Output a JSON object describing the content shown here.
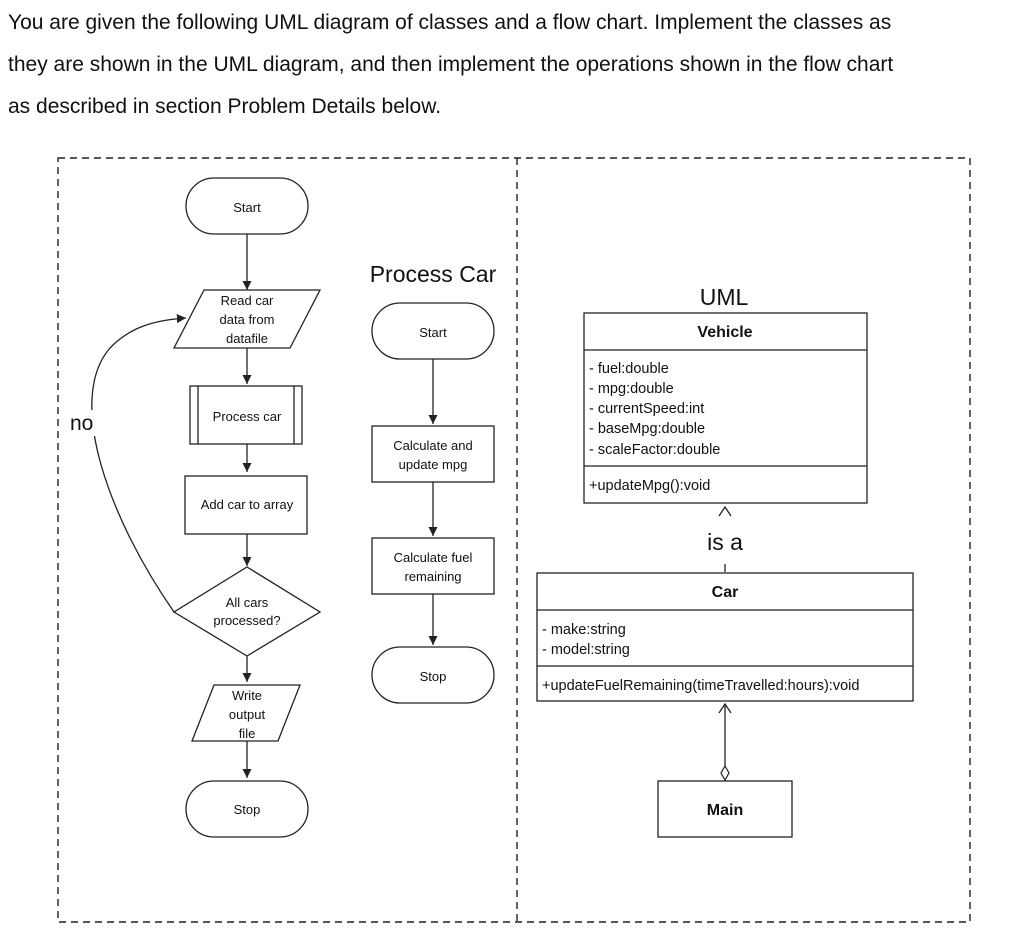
{
  "intro": {
    "line1": "You are given the following UML diagram of classes and a flow chart. Implement the classes as",
    "line2": "they are shown in the UML diagram, and then implement the operations shown in the flow chart",
    "line3": "as described in  section Problem Details below."
  },
  "main_flow": {
    "start": "Start",
    "read": [
      "Read car",
      "data from",
      "datafile"
    ],
    "process": "Process car",
    "add": "Add car to array",
    "decision": [
      "All cars",
      "processed?"
    ],
    "write": [
      "Write",
      "output",
      "file"
    ],
    "stop": "Stop",
    "loop_label": "no"
  },
  "process_car": {
    "title": "Process Car",
    "start": "Start",
    "calc_mpg": [
      "Calculate and",
      "update mpg"
    ],
    "calc_fuel": [
      "Calculate fuel",
      "remaining"
    ],
    "stop": "Stop"
  },
  "uml": {
    "title": "UML",
    "vehicle": {
      "name": "Vehicle",
      "attributes": [
        "- fuel:double",
        "- mpg:double",
        "- currentSpeed:int",
        "- baseMpg:double",
        "- scaleFactor:double"
      ],
      "methods": [
        "+updateMpg():void"
      ]
    },
    "relation_label": "is a",
    "car": {
      "name": "Car",
      "attributes": [
        "- make:string",
        "- model:string"
      ],
      "methods": [
        "+updateFuelRemaining(timeTravelled:hours):void"
      ]
    },
    "main": {
      "name": "Main"
    }
  }
}
